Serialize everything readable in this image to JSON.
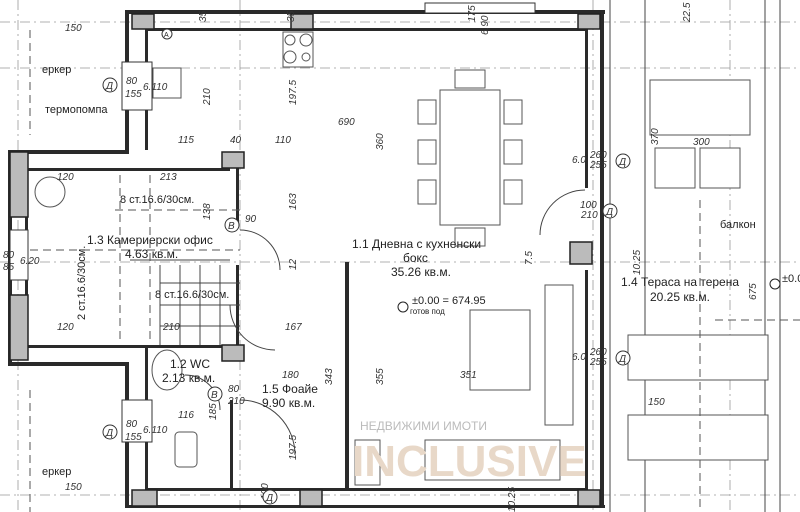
{
  "rooms": [
    {
      "name": "1.1 Дневна с кухненски",
      "name2": "бокс",
      "area": "35.26 кв.м."
    },
    {
      "name": "1.2 WC",
      "area": "2.13 кв.м."
    },
    {
      "name": "1.3 Камериерски офис",
      "area": "4.63 кв.м."
    },
    {
      "name": "1.4 Тераса на терена",
      "area": "20.25 кв.м."
    },
    {
      "name": "1.5 Фоайе",
      "area": "9.90 кв.м."
    }
  ],
  "annotations": {
    "erker": "еркер",
    "heat_pump": "термопомпа",
    "balcony": "балкон",
    "stairs_top": "8 ст.16.6/30см.",
    "stairs_bottom": "8 ст.16.6/30см.",
    "stairs_side": "2 ст.16.6/30см.",
    "level": "±0.00 = 674.95",
    "level_note": "готов под",
    "level_right": "±0.0"
  },
  "dimensions": [
    "150",
    "35",
    "35",
    "175",
    "6.90",
    "22.5",
    "80",
    "155",
    "6.110",
    "210",
    "197.5",
    "690",
    "360",
    "115",
    "40",
    "110",
    "370",
    "300",
    "260",
    "255",
    "6.0",
    "100",
    "213",
    "120",
    "138",
    "90",
    "163",
    "12",
    "30",
    "6.20",
    "85",
    "167",
    "120",
    "210",
    "343",
    "355",
    "351",
    "25",
    "180",
    "116",
    "185",
    "7.5",
    "10.25",
    "675",
    "150",
    "10.25"
  ],
  "door_tags": [
    "Д",
    "Д",
    "В",
    "В",
    "Д",
    "Д",
    "Д",
    "Д",
    "A"
  ],
  "watermark": {
    "logo": "INCLUSIVE",
    "sub": "НЕДВИЖИМИ ИМОТИ"
  }
}
